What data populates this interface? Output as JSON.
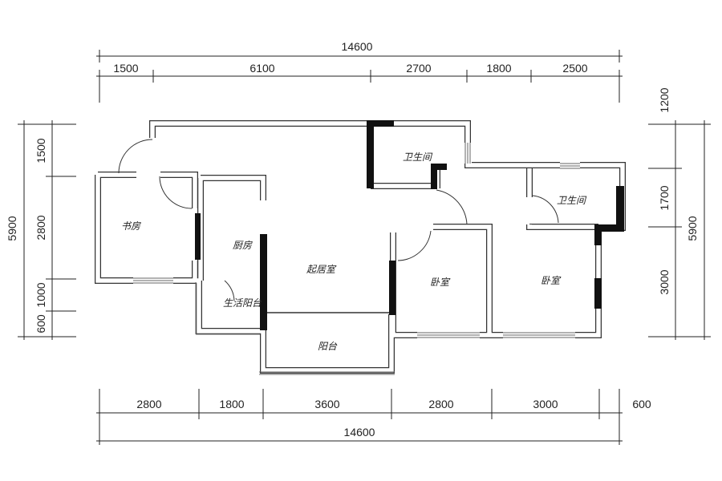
{
  "dimensions": {
    "top_total": "14600",
    "top_segments": [
      "1500",
      "6100",
      "2700",
      "1800",
      "2500"
    ],
    "bottom_segments": [
      "2800",
      "1800",
      "3600",
      "2800",
      "3000",
      "600"
    ],
    "bottom_total": "14600",
    "left_total": "5900",
    "left_segments": [
      "1500",
      "2800",
      "1000",
      "600"
    ],
    "right_segments": [
      "1200",
      "1700",
      "3000"
    ],
    "right_total": "5900"
  },
  "rooms": {
    "study": "书房",
    "kitchen": "厨房",
    "living_room": "起居室",
    "utility_balcony": "生活阳台",
    "balcony": "阳台",
    "bathroom_1": "卫生间",
    "bathroom_2": "卫生间",
    "bedroom_1": "卧室",
    "bedroom_2": "卧室"
  }
}
